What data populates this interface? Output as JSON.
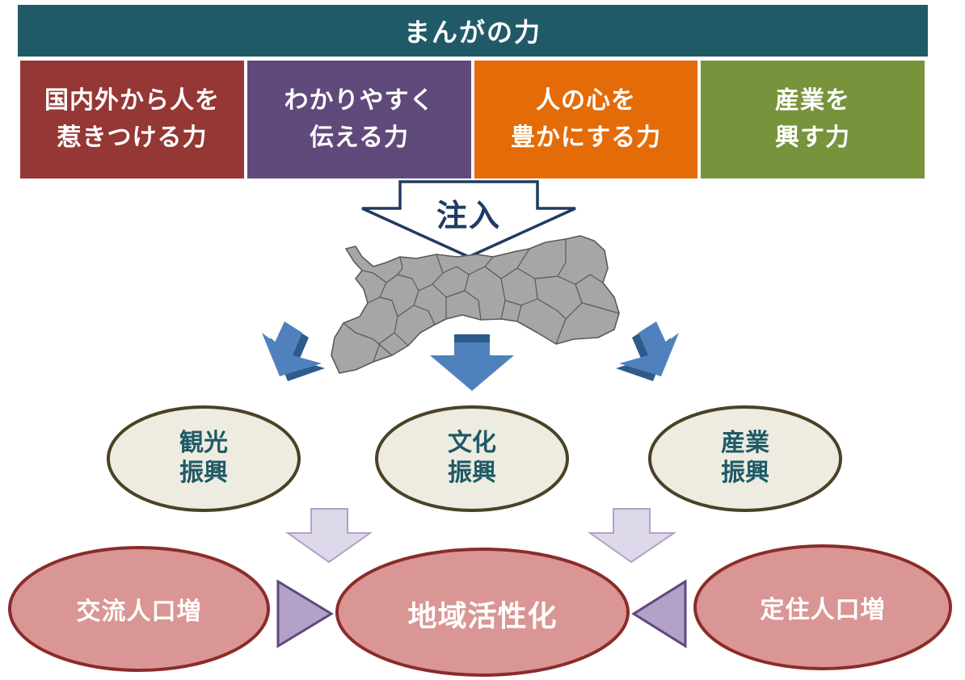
{
  "header": {
    "title": "まんがの力"
  },
  "powers": [
    {
      "line1": "国内外から人を",
      "line2": "惹きつける力",
      "color": "#953735"
    },
    {
      "line1": "わかりやすく",
      "line2": "伝える力",
      "color": "#604a7b"
    },
    {
      "line1": "人の心を",
      "line2": "豊かにする力",
      "color": "#e36c09"
    },
    {
      "line1": "産業を",
      "line2": "興す力",
      "color": "#77933c"
    }
  ],
  "inject": {
    "label": "注入"
  },
  "promotions": [
    {
      "line1": "観光",
      "line2": "振興"
    },
    {
      "line1": "文化",
      "line2": "振興"
    },
    {
      "line1": "産業",
      "line2": "振興"
    }
  ],
  "results": {
    "left": "交流人口増",
    "center": "地域活性化",
    "right": "定住人口増"
  },
  "colors": {
    "header": "#215a67",
    "promo_fill": "#eeece1",
    "promo_border": "#4a4226",
    "result_fill": "#d99694",
    "result_border": "#8b2c2a",
    "arrow_blue": "#4f81bd",
    "arrow_lavender": "#ddd8ea",
    "map_fill": "#a6a6a6"
  }
}
